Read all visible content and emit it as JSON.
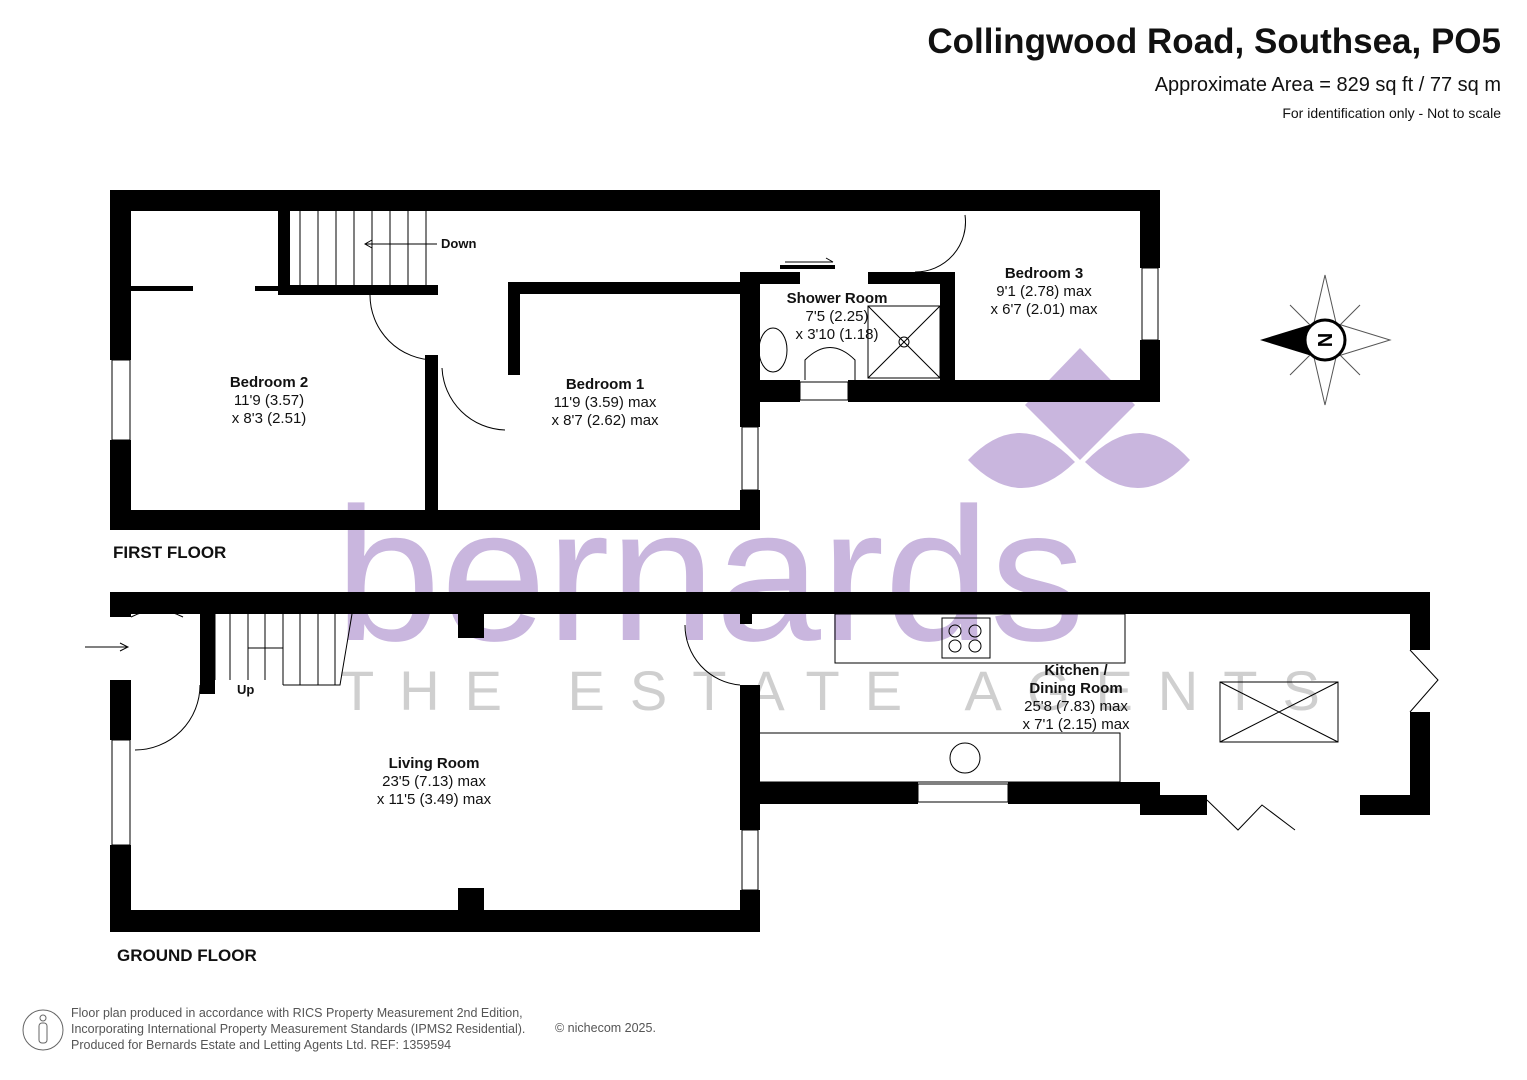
{
  "header": {
    "title": "Collingwood Road, Southsea, PO5",
    "area": "Approximate Area = 829 sq ft / 77 sq m",
    "note": "For identification only - Not to scale"
  },
  "watermark": {
    "brand": "bernards",
    "tagline": "THE ESTATE AGENTS",
    "color": "#c9b6de"
  },
  "floors": {
    "first": "FIRST FLOOR",
    "ground": "GROUND FLOOR"
  },
  "rooms": [
    {
      "name": "Bedroom 2",
      "dim1": "11'9 (3.57)",
      "dim2": "x 8'3 (2.51)"
    },
    {
      "name": "Bedroom 1",
      "dim1": "11'9 (3.59) max",
      "dim2": "x 8'7 (2.62) max"
    },
    {
      "name": "Shower Room",
      "dim1": "7'5 (2.25)",
      "dim2": "x 3'10 (1.18)"
    },
    {
      "name": "Bedroom 3",
      "dim1": "9'1 (2.78) max",
      "dim2": "x 6'7 (2.01) max"
    },
    {
      "name": "Living Room",
      "dim1": "23'5 (7.13) max",
      "dim2": "x 11'5 (3.49) max"
    },
    {
      "name": "Kitchen /",
      "name2": "Dining Room",
      "dim1": "25'8 (7.83) max",
      "dim2": "x 7'1 (2.15) max"
    }
  ],
  "stairs": {
    "down": "Down",
    "up": "Up"
  },
  "compass": {
    "label": "N",
    "icon": "compass-icon"
  },
  "footer": {
    "line1": "Floor plan produced in accordance with RICS Property Measurement 2nd Edition,",
    "line2": "Incorporating International Property Measurement Standards (IPMS2 Residential).",
    "line3": "Produced for Bernards Estate and Letting Agents Ltd.   REF:  1359594",
    "copyright": "© nichecom 2025."
  }
}
